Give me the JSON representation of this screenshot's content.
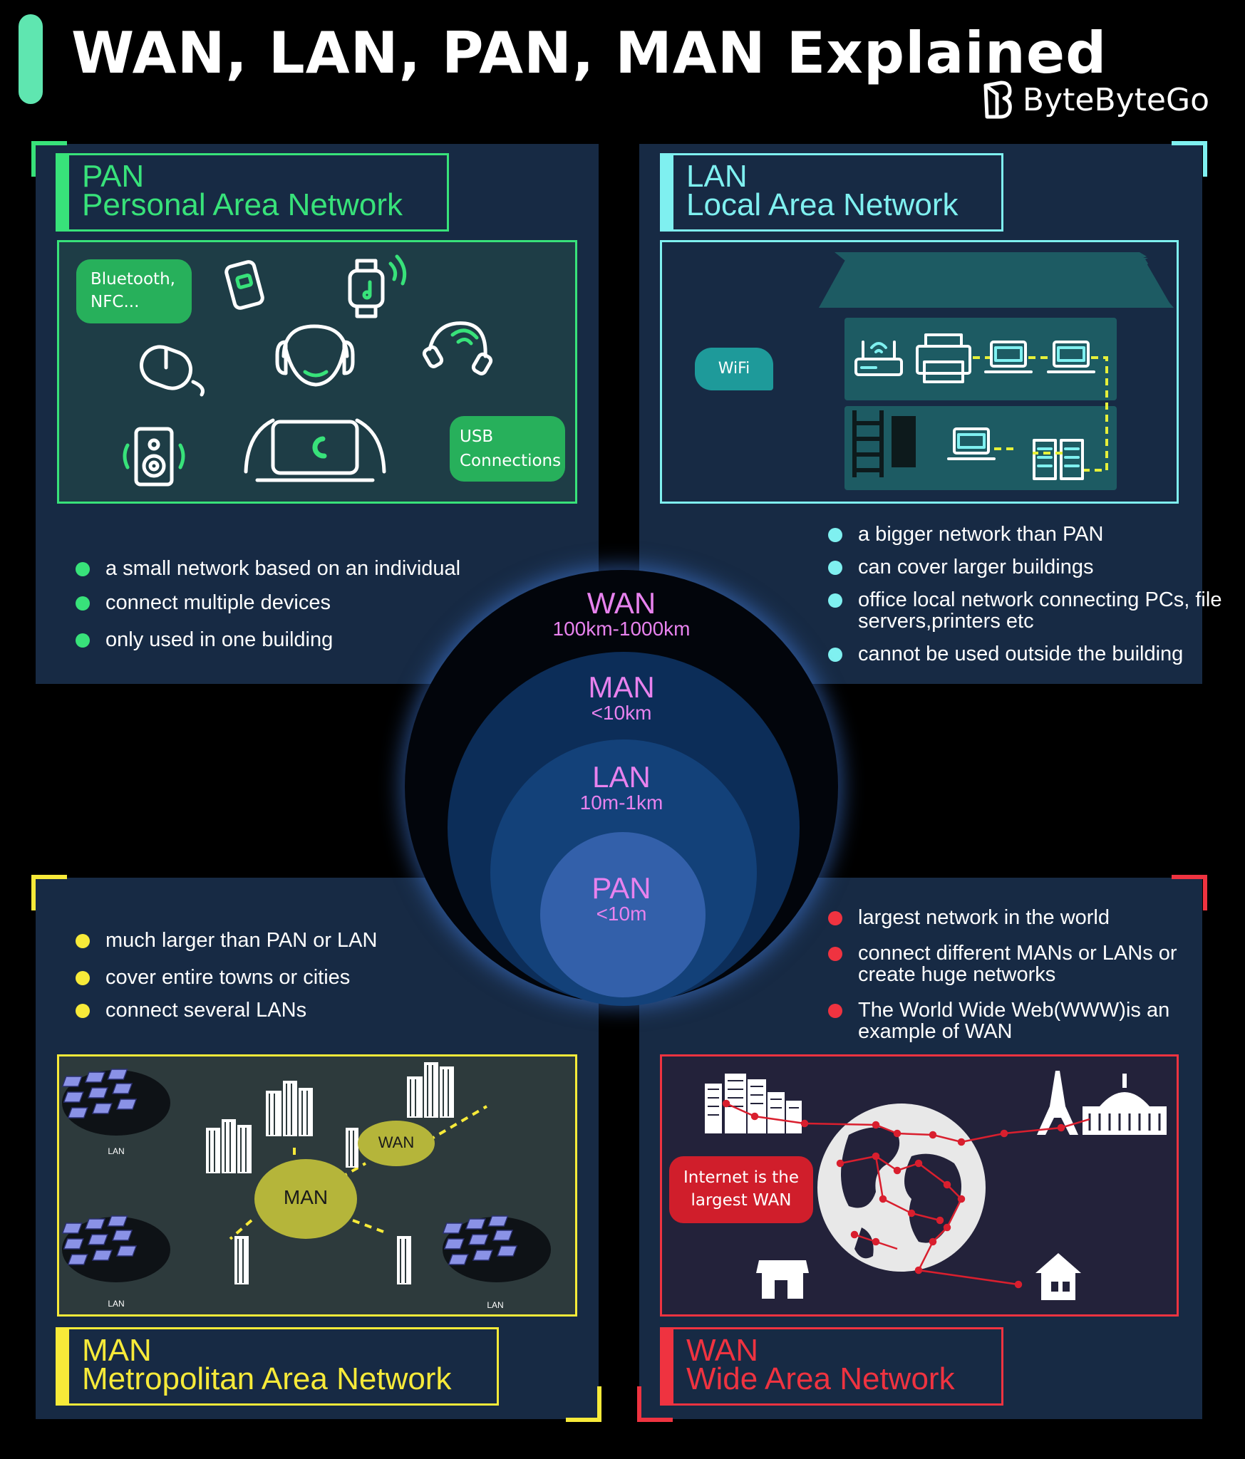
{
  "header": {
    "title": "WAN, LAN, PAN, MAN Explained",
    "brand": "ByteByteGo"
  },
  "colors": {
    "pan": "#38e27a",
    "lan": "#7ff0f0",
    "man": "#f7ea39",
    "wan": "#ef3340",
    "circle_text": "#e882ee"
  },
  "pan": {
    "acronym": "PAN",
    "full_name": "Personal Area Network",
    "bullets": [
      "a small network based on an individual",
      "connect multiple devices",
      "only used in one building"
    ],
    "tag_bluetooth": "Bluetooth, NFC...",
    "tag_usb": "USB Connections",
    "icons": [
      "phone-icon",
      "smartwatch-icon",
      "mouse-icon",
      "headphones-icon",
      "speaker-icon",
      "person-with-laptop-icon"
    ]
  },
  "lan": {
    "acronym": "LAN",
    "full_name": "Local Area Network",
    "bullets": [
      "a bigger network than PAN",
      "can cover larger buildings",
      "office local network connecting PCs, file servers,printers etc",
      "cannot be used outside the building"
    ],
    "tag_wifi": "WiFi",
    "icons": [
      "house-icon",
      "router-icon",
      "printer-icon",
      "laptop-icon",
      "server-icon",
      "ladder-icon",
      "door-icon"
    ]
  },
  "man": {
    "acronym": "MAN",
    "full_name": "Metropolitan Area Network",
    "bullets": [
      "much larger than PAN or LAN",
      "cover entire towns or cities",
      "connect several LANs"
    ],
    "diagram": {
      "center": "MAN",
      "wan": "WAN",
      "lan_labels": [
        "LAN",
        "LAN",
        "LAN"
      ]
    }
  },
  "wan": {
    "acronym": "WAN",
    "full_name": "Wide Area Network",
    "bullets": [
      "largest network in the world",
      "connect different MANs or LANs or create huge networks",
      "The World Wide Web(WWW)is an example of WAN"
    ],
    "tag_internet": "Internet is the largest WAN",
    "icons": [
      "city-icon",
      "eiffel-tower-icon",
      "capitol-icon",
      "globe-icon",
      "shop-icon",
      "house-icon"
    ]
  },
  "circles": [
    {
      "name": "WAN",
      "range": "100km-1000km"
    },
    {
      "name": "MAN",
      "range": "<10km"
    },
    {
      "name": "LAN",
      "range": "10m-1km"
    },
    {
      "name": "PAN",
      "range": "<10m"
    }
  ]
}
